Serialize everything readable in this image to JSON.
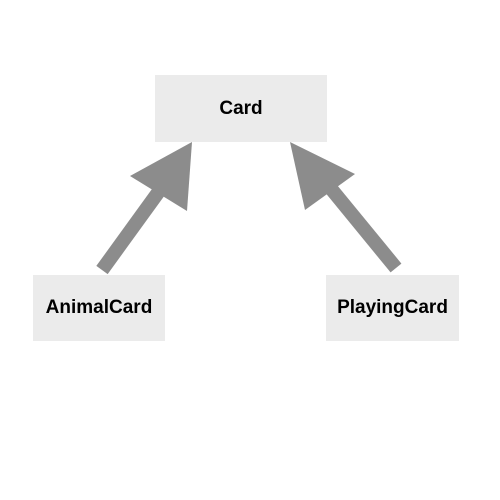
{
  "nodes": {
    "card": {
      "label": "Card"
    },
    "animal_card": {
      "label": "AnimalCard"
    },
    "playing_card": {
      "label": "PlayingCard"
    }
  },
  "edges": [
    {
      "from": "AnimalCard",
      "to": "Card",
      "type": "inheritance"
    },
    {
      "from": "PlayingCard",
      "to": "Card",
      "type": "inheritance"
    }
  ],
  "colors": {
    "node_fill": "#ebebeb",
    "arrow": "#8c8c8c",
    "text": "#000000"
  }
}
